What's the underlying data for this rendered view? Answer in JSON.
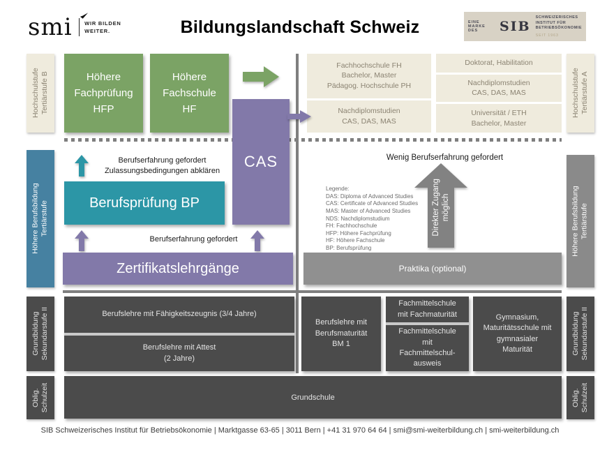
{
  "palette": {
    "green": "#7BA365",
    "purple": "#8279A9",
    "teal": "#2C96A6",
    "steel_blue": "#4681A1",
    "beige": "#EFEBDD",
    "beige_text": "#8B8372",
    "dark_gray": "#4B4B4B",
    "mid_gray": "#909090",
    "line_gray": "#7F7F7F"
  },
  "header": {
    "smi_name": "smi",
    "smi_tagline": "WIR BILDEN\nWEITER.",
    "title": "Bildungslandschaft Schweiz",
    "sib_prefix": "EINE MARKE DES",
    "sib_name": "SIB",
    "sib_institute": "SCHWEIZERISCHES\nINSTITUT FÜR\nBETRIEBSÖKONOMIE",
    "sib_since": "SEIT 1963"
  },
  "sidebar_left": {
    "tertiary_b": "Hochschulstufe\nTertiärstufe B",
    "hbb": "Höhere Berufsbildung\nTertiärstufe",
    "sek2": "Grundbildung\nSekundarstufe II",
    "oblig": "Oblig.\nSchulzeit"
  },
  "sidebar_right": {
    "tertiary_a": "Hochschulstufe\nTertiärstufe A",
    "hbb": "Höhere Berufsbildung\nTertiärstufe",
    "sek2": "Grundbildung\nSekundarstufe II",
    "oblig": "Oblig.\nSchulzeit"
  },
  "tertiary": {
    "hfp": "Höhere\nFachprüfung\nHFP",
    "hf": "Höhere\nFachschule\nHF",
    "fh": "Fachhochschule FH\nBachelor, Master\nPädagog. Hochschule PH",
    "fh_nds": "Nachdiplomstudien\nCAS, DAS, MAS",
    "doktorat": "Doktorat, Habilitation",
    "uni_nds": "Nachdiplomstudien\nCAS, DAS, MAS",
    "uni": "Universität / ETH\nBachelor, Master"
  },
  "hbb": {
    "cas": "CAS",
    "bp": "Berufsprüfung BP",
    "zertifikat": "Zertifikatslehrgänge",
    "note_bp": "Berufserfahrung gefordert\nZulassungsbedingungen abklären",
    "note_zert": "Berufserfahrung gefordert",
    "note_direct": "Wenig Berufserfahrung gefordert",
    "direct_label": "Direkter Zugang\nmöglich",
    "praktika": "Praktika (optional)"
  },
  "legend": {
    "title": "Legende:",
    "entries": [
      "DAS: Diploma of Advanced Studies",
      "CAS: Certificate of Advanced Studies",
      "MAS: Master of Advanced Studies",
      "NDS: Nachdiplomstudium",
      "FH: Fachhochschule",
      "HFP: Höhere Fachprüfung",
      "HF: Höhere Fachschule",
      "BP: Berufsprüfung"
    ]
  },
  "sek2": {
    "efz": "Berufslehre mit Fähigkeitszeugnis (3/4 Jahre)",
    "attest": "Berufslehre mit Attest\n(2 Jahre)",
    "bm1": "Berufslehre mit\nBerufsmaturität\nBM 1",
    "fms_matura": "Fachmittelschule\nmit Fachmaturität",
    "fms_ausweis": "Fachmittelschule\nmit\nFachmittelschul-\nausweis",
    "gymnasium": "Gymnasium,\nMaturitätsschule mit\ngymnasialer\nMaturität"
  },
  "oblig": {
    "grundschule": "Grundschule"
  },
  "footer": "SIB Schweizerisches Institut für Betriebsökonomie | Marktgasse 63-65 | 3011 Bern | +41 31 970 64 64 | smi@smi-weiterbildung.ch | smi-weiterbildung.ch"
}
